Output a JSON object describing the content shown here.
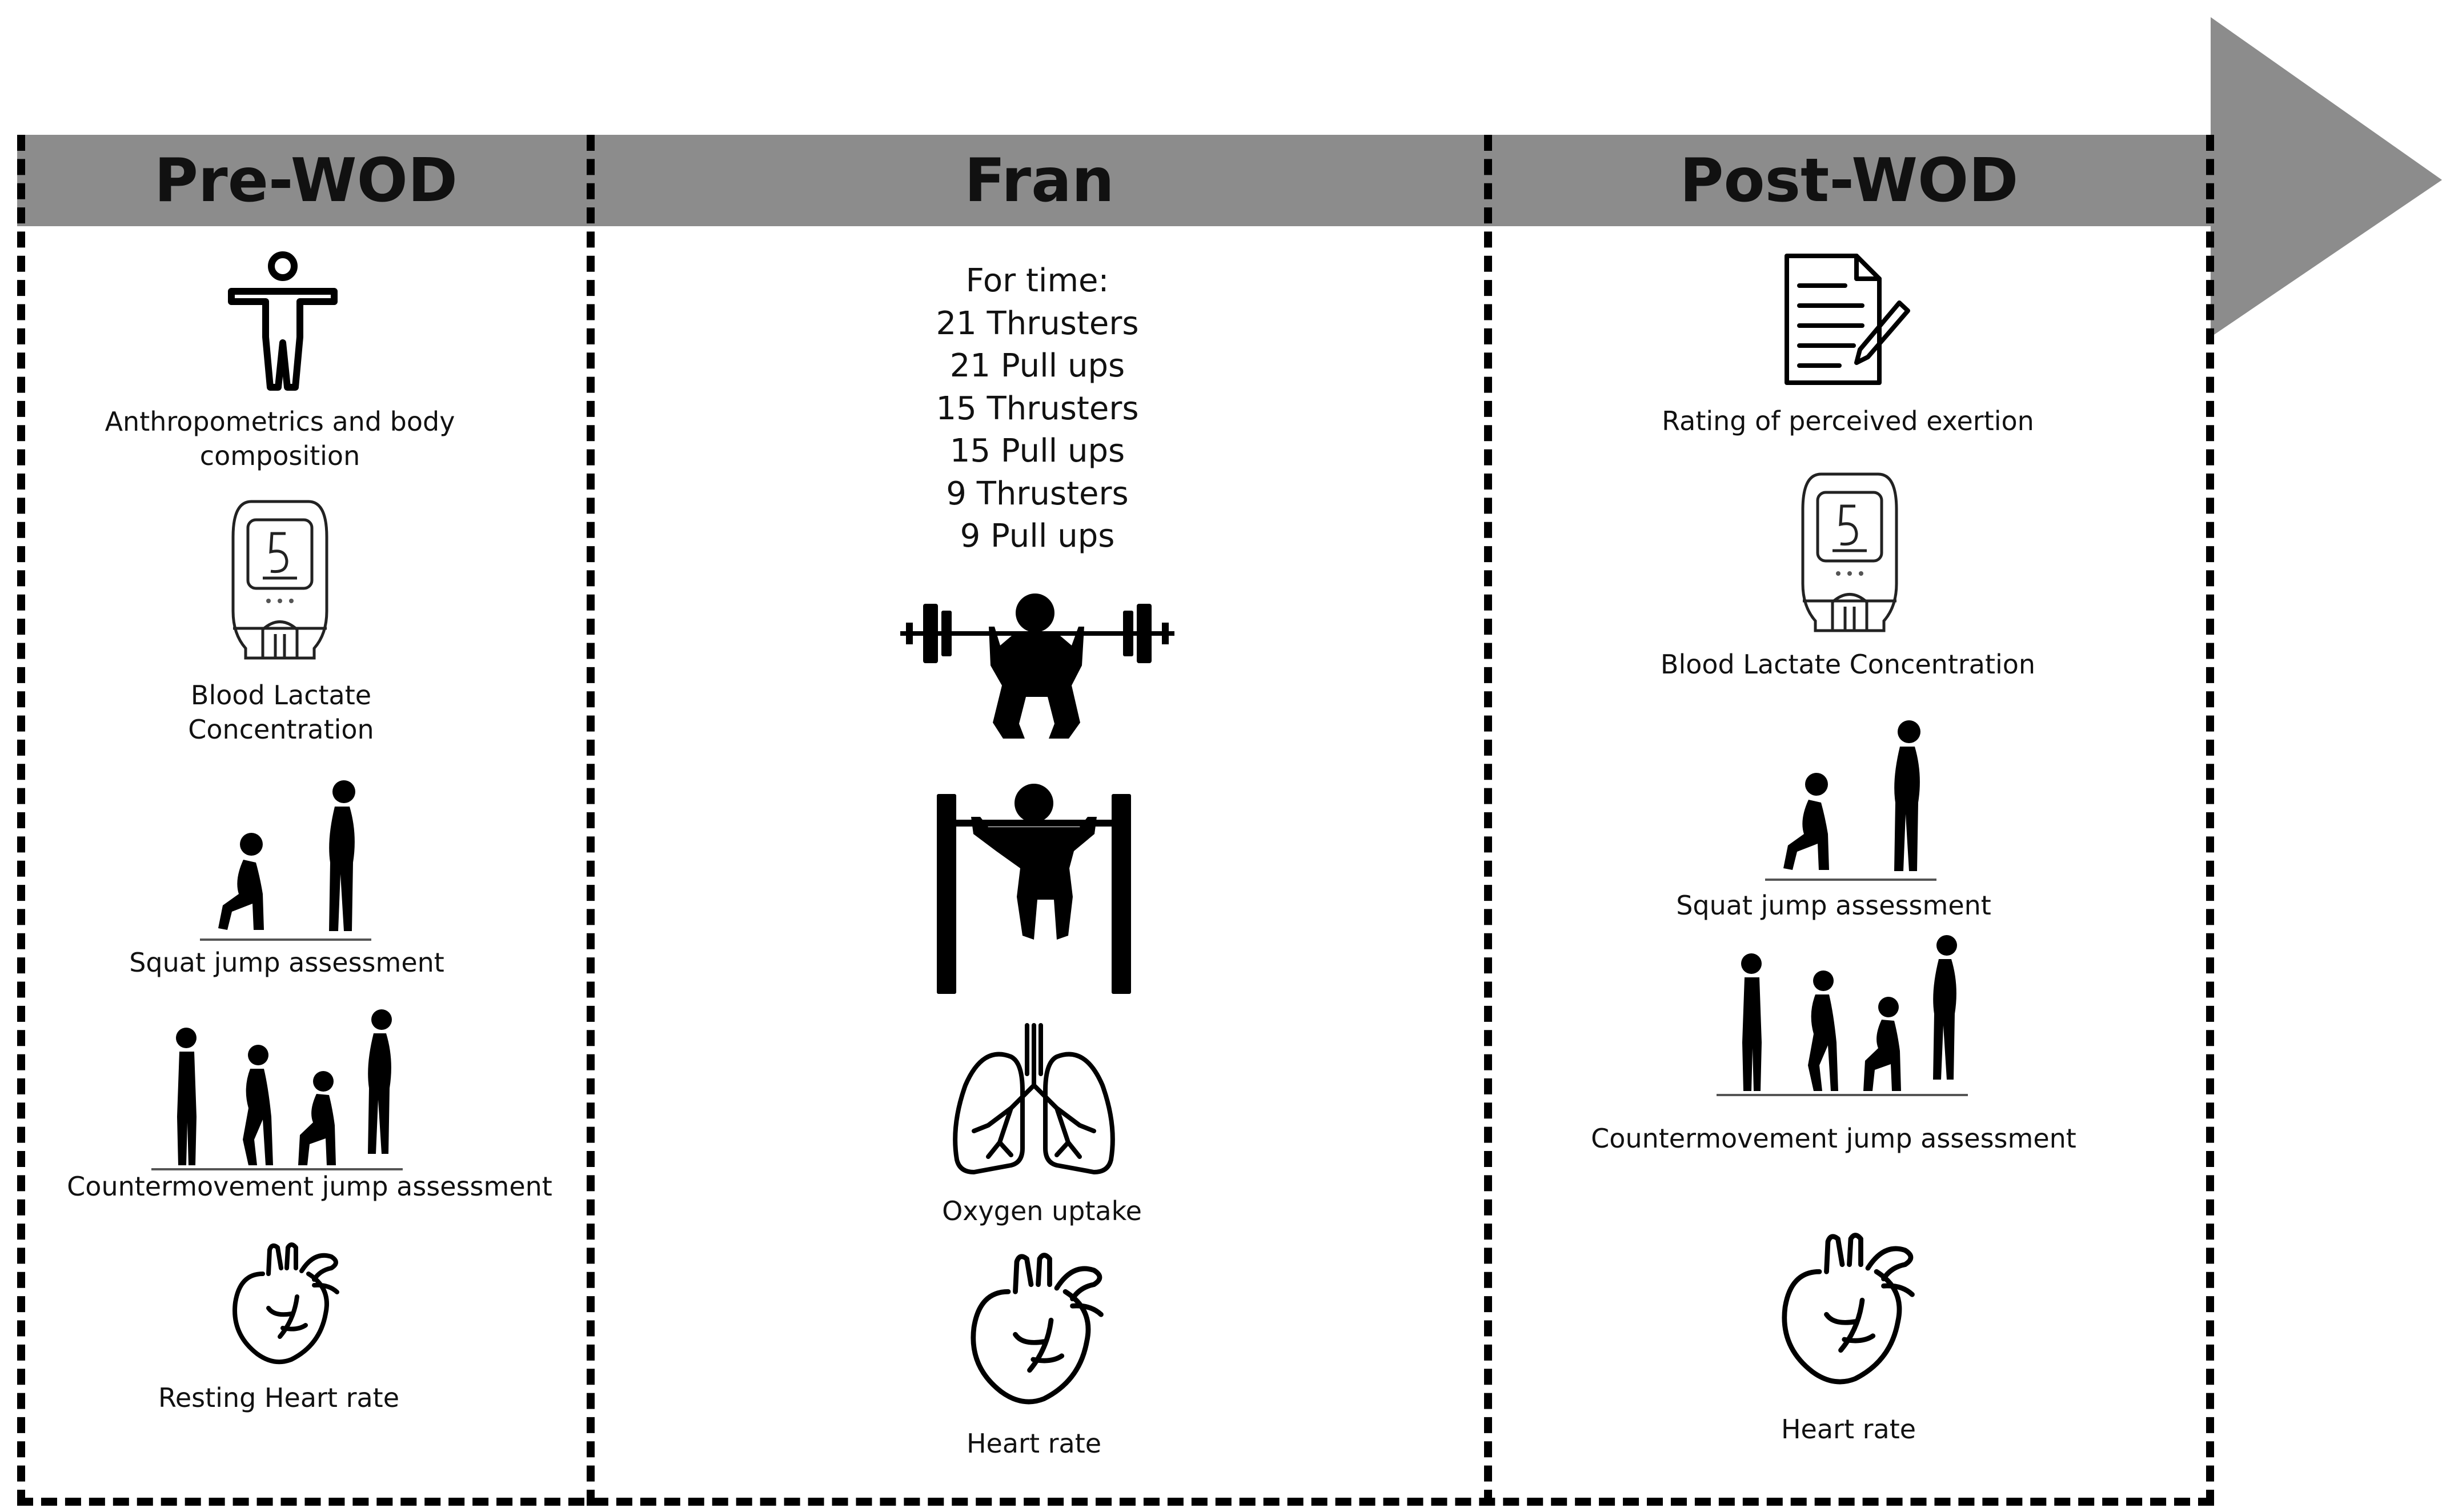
{
  "columns": {
    "pre": {
      "title": "Pre-WOD",
      "items": {
        "anthro": "Anthropometrics and body\ncomposition",
        "lactate": "Blood Lactate\nConcentration",
        "squat": "Squat jump assessment",
        "cmj": "Countermovement jump assessment",
        "rhr": "Resting Heart rate"
      }
    },
    "fran": {
      "title": "Fran",
      "workout": [
        "For time:",
        "21 Thrusters",
        "21 Pull ups",
        "15 Thrusters",
        "15 Pull ups",
        "9 Thrusters",
        "9 Pull ups"
      ],
      "items": {
        "oxygen": "Oxygen uptake",
        "hr": "Heart rate"
      }
    },
    "post": {
      "title": "Post-WOD",
      "items": {
        "rpe": "Rating of perceived exertion",
        "lactate": "Blood Lactate Concentration",
        "squat": "Squat jump assessment",
        "cmj": "Countermovement jump assessment",
        "hr": "Heart rate"
      }
    }
  },
  "colors": {
    "arrow": "#8c8c8c",
    "ink": "#111111"
  }
}
